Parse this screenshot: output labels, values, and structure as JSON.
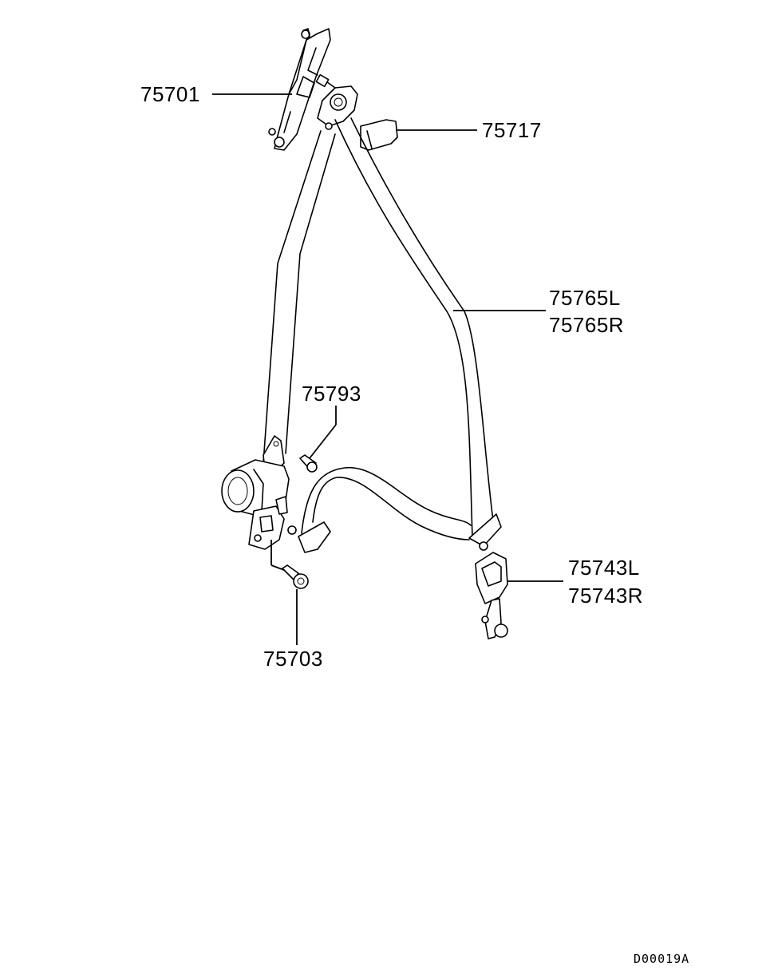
{
  "labels": {
    "p75701": "75701",
    "p75717": "75717",
    "p75765L": "75765L",
    "p75765R": "75765R",
    "p75793": "75793",
    "p75743L": "75743L",
    "p75743R": "75743R",
    "p75703": "75703"
  },
  "diagram_code": "D00019A"
}
